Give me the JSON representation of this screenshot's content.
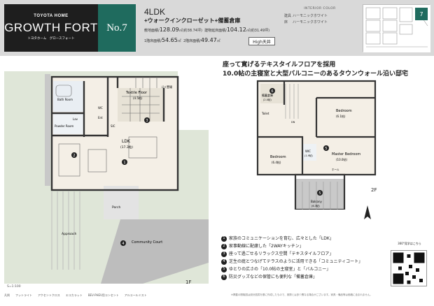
{
  "brand": {
    "small": "TOYOTA HOME",
    "main": "GROWTH FORT",
    "sub": "トヨタホーム　グロースフォート",
    "number": "No.7"
  },
  "plan": {
    "type": "4LDK",
    "extras": "+ウォークインクローゼット+備蓄倉庫",
    "site_area_label": "敷地面積",
    "site_area_value": "128.09",
    "site_area_unit": "㎡(約38.74坪)",
    "floor_area_label": "建物延床面積",
    "floor_area_value": "104.12",
    "floor_area_unit": "㎡(約31.49坪)",
    "first_floor_label": "1階床面積",
    "first_floor_value": "54.65",
    "second_floor_label": "2階床面積",
    "second_floor_value": "49.47",
    "area_unit": "㎡",
    "badge": "High天井"
  },
  "interior": {
    "title": "INTERIOR COLOR",
    "rows": [
      {
        "label": "建具",
        "value": "ハーモニックホワイト"
      },
      {
        "label": "床",
        "value": "ハーモニックホワイト"
      }
    ]
  },
  "keymap": {
    "lot_label": "7"
  },
  "headline": {
    "line1": "座って寛げるテキスタイルフロアを採用",
    "line2": "10.0帖の主寝室と大型バルコニーのあるタウンウォール沿い邸宅"
  },
  "floor1": {
    "rooms": {
      "bath": "Bath Room",
      "lav": "Lav",
      "wc": "WC",
      "powder": "Powder Room",
      "ent": "Ent",
      "sic": "SIC",
      "textile": "Textile Floor",
      "textile_size": "(4.5帖)",
      "ldk": "LDK",
      "ldk_size": "(17.3帖)",
      "stairs": "UP",
      "porch": "Porch",
      "approach": "Approach",
      "garden": "Community Court",
      "storage": "ゴミ置場"
    },
    "label": "1F"
  },
  "floor2": {
    "rooms": {
      "storage": "備蓄倉庫",
      "storage_size": "(2.0帖)",
      "toilet": "Toilet",
      "bedroom_top": "Bedroom",
      "bedroom_top_size": "(6.1帖)",
      "bedroom_left": "Bedroom",
      "bedroom_left_size": "(6.4帖)",
      "wic": "WIC",
      "wic_size": "(1.9帖)",
      "master": "Master Bedroom",
      "master_size": "(10.0帖)",
      "balcony": "Balcony",
      "balcony_size": "(6.3帖)",
      "hall": "ホール",
      "dn": "DN"
    },
    "label": "2F"
  },
  "features": [
    {
      "num": "1",
      "text": "家族のコミュニケーションを育む、広々とした「LDK」"
    },
    {
      "num": "2",
      "text": "家事動線に配慮した「2WAYキッチン」"
    },
    {
      "num": "3",
      "text": "座って過ごせるリラックス空間「テキスタイルフロア」"
    },
    {
      "num": "4",
      "text": "芝生の庭とつなげてテラスのように活用できる「コミュニティコート」"
    },
    {
      "num": "5",
      "text": "ゆとりの広さの「10.0帖の主寝室」と「バルコニー」"
    },
    {
      "num": "6",
      "text": "防災グッズなどの保管にも便利な「備蓄倉庫」"
    }
  ],
  "qr": {
    "label": "360°見学はこちら"
  },
  "scale": "S=1:100",
  "legend": [
    "凡例",
    "フットライト",
    "アクセントクロス",
    "エコカラット",
    "BEV·PHEV用コンセント",
    "アルコールミスト"
  ],
  "footer": "※掲載の間取図は設計図書を基に作成したもので、実際とは多少異なる場合がございます。家具・備品等は価格に含まれません。",
  "colors": {
    "brand_green": "#1f6b5e",
    "header_gray": "#d9d9d9",
    "logo_black": "#1e1e1e",
    "wall": "#333333",
    "floor_wood": "#f0ebe1",
    "grass": "#dfe6d8"
  }
}
